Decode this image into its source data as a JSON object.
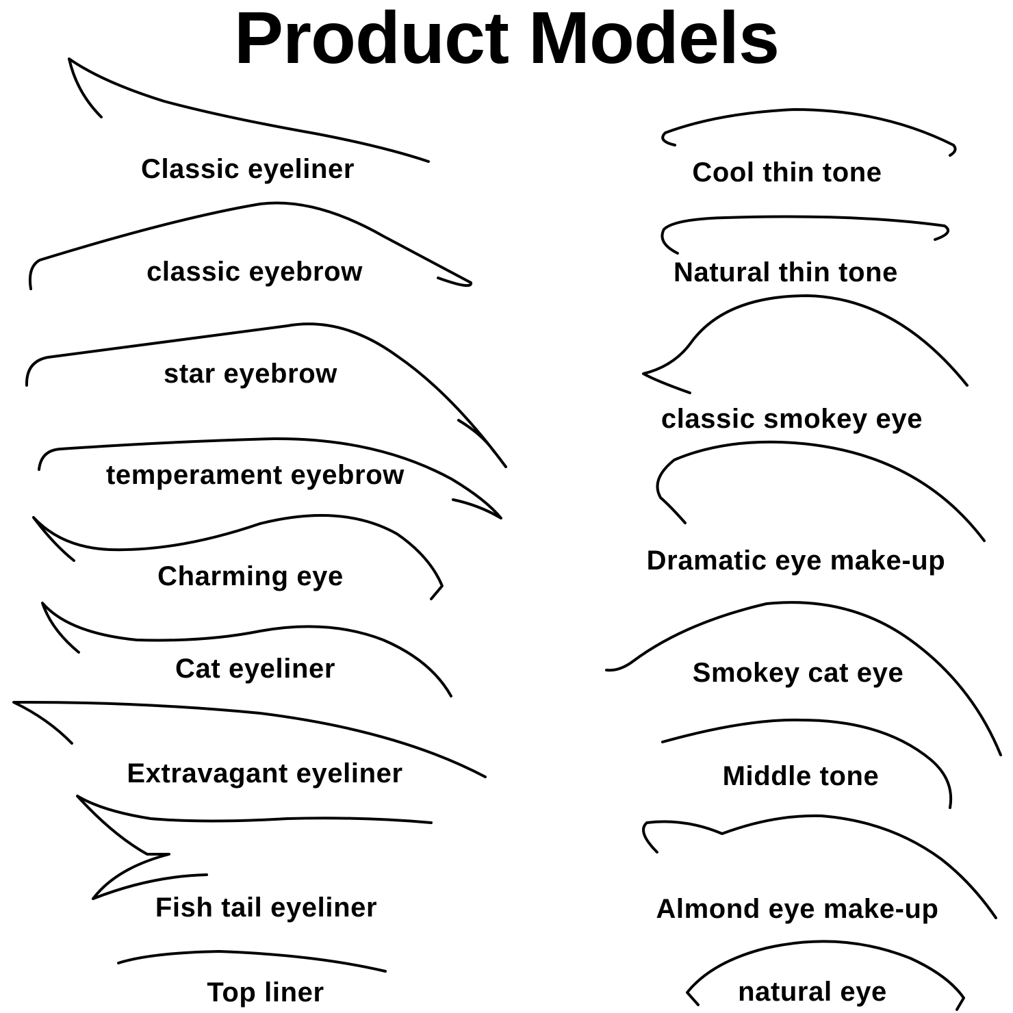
{
  "title": "Product Models",
  "colors": {
    "background": "#ffffff",
    "stroke": "#000000",
    "text": "#000000"
  },
  "models": [
    {
      "label": "Classic eyeliner"
    },
    {
      "label": "classic eyebrow"
    },
    {
      "label": "star eyebrow"
    },
    {
      "label": "temperament eyebrow"
    },
    {
      "label": "Charming eye"
    },
    {
      "label": "Cat eyeliner"
    },
    {
      "label": "Extravagant eyeliner"
    },
    {
      "label": "Fish tail eyeliner"
    },
    {
      "label": "Top liner"
    },
    {
      "label": "Cool thin tone"
    },
    {
      "label": "Natural thin tone"
    },
    {
      "label": "classic smokey eye"
    },
    {
      "label": "Dramatic eye make-up"
    },
    {
      "label": "Smokey cat eye"
    },
    {
      "label": "Middle tone"
    },
    {
      "label": "Almond eye make-up"
    },
    {
      "label": "natural eye"
    }
  ]
}
